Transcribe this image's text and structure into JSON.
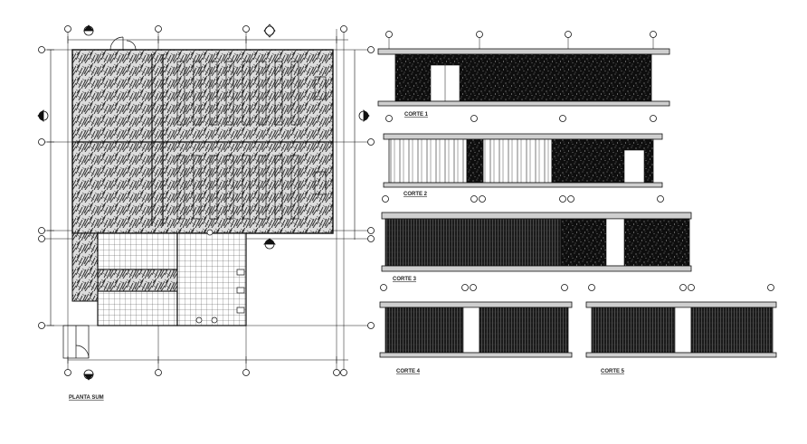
{
  "plan": {
    "title": "PLANTA SUM"
  },
  "sections": [
    {
      "label": "CORTE 1"
    },
    {
      "label": "CORTE 2"
    },
    {
      "label": "CORTE 3"
    },
    {
      "label": "CORTE 4"
    },
    {
      "label": "CORTE 5"
    }
  ],
  "colors": {
    "ink": "#111111",
    "paper": "#ffffff",
    "hatch": "#333333"
  }
}
